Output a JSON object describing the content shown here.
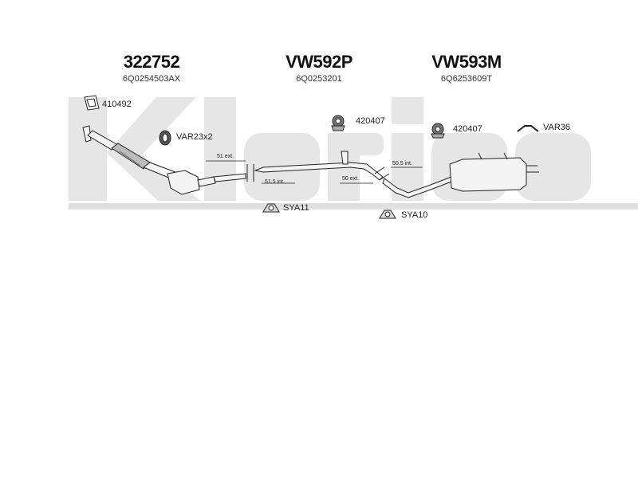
{
  "parts": [
    {
      "number": "322752",
      "oe": "6Q0254503AX"
    },
    {
      "number": "VW592P",
      "oe": "6Q0253201"
    },
    {
      "number": "VW593M",
      "oe": "6Q6253609T"
    }
  ],
  "accessories": {
    "gasket": "410492",
    "clamp": "VAR23x2",
    "hanger_mid": "420407",
    "hanger_rear": "420407",
    "rear_hook": "VAR36",
    "support_a": "SYA11",
    "support_b": "SYA10"
  },
  "dimensions": {
    "d1": "51 ext.",
    "d2": "51.5 int.",
    "d3": "50 ext.",
    "d4": "50.5 int."
  },
  "watermark": "Klarius",
  "colors": {
    "watermark": "#e6e6e6",
    "line": "#222222",
    "pipe_fill": "#f4f4f4"
  }
}
